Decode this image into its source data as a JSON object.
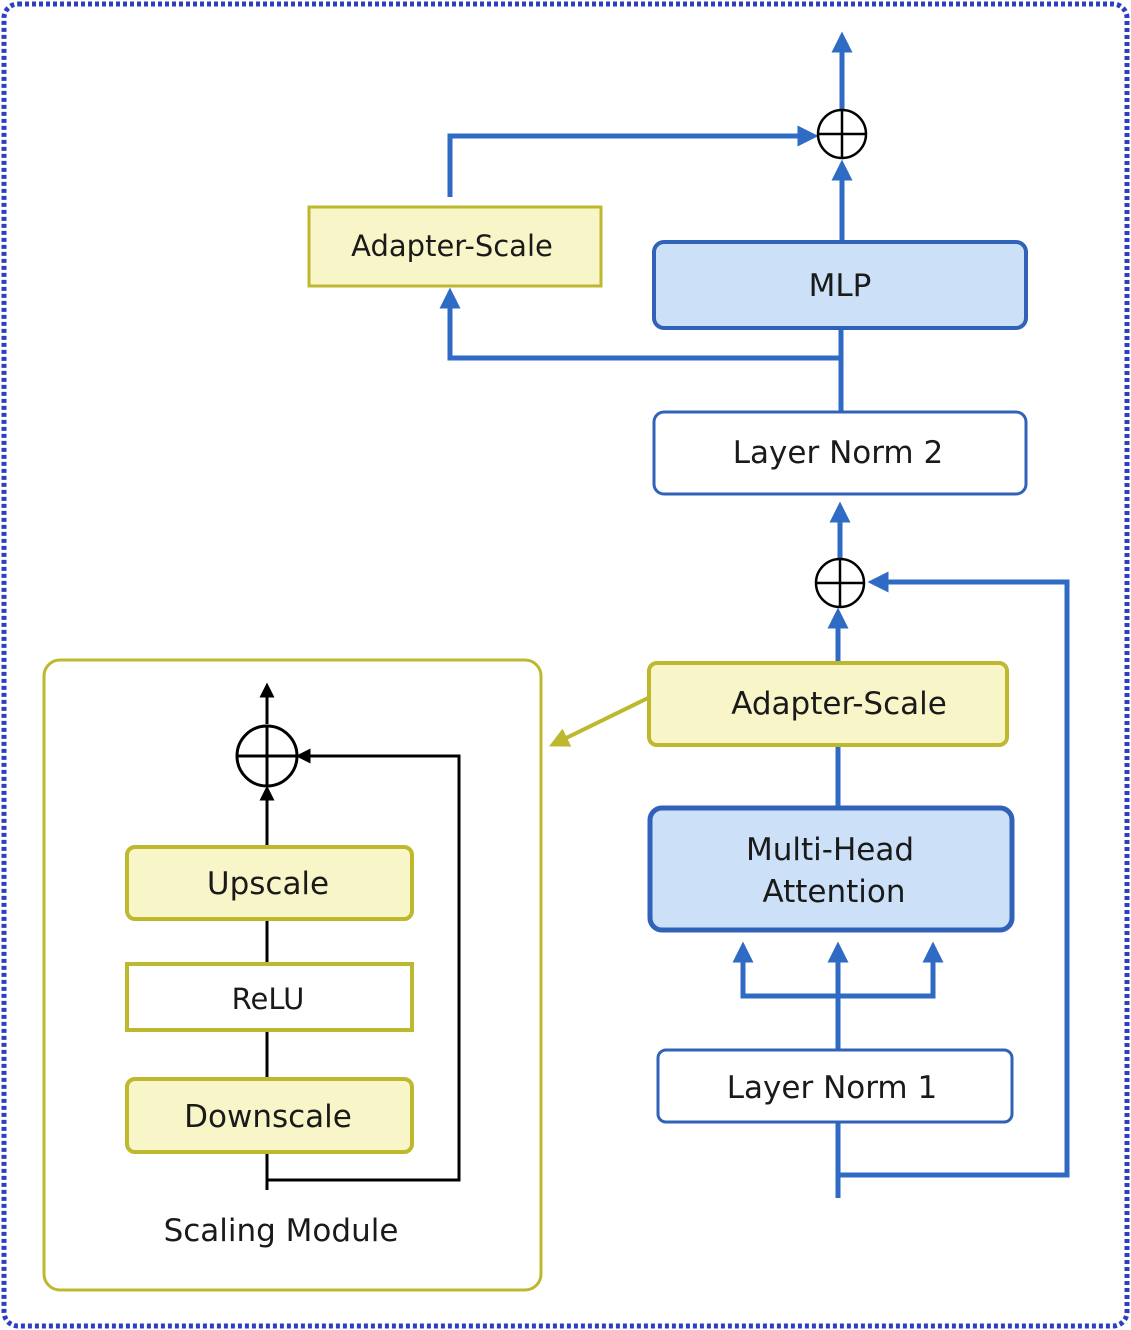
{
  "colors": {
    "frame_border": "#2c3fc2",
    "flow_line": "#2f6bc4",
    "box_blue_fill": "#cce0f7",
    "box_blue_stroke": "#2f62b8",
    "box_white_stroke": "#2f62b8",
    "adapter_fill": "#f8f6c8",
    "adapter_stroke": "#bdb82e",
    "module_border": "#bdb82e",
    "inner_line": "#000000"
  },
  "blocks": {
    "adapter_top": "Adapter-Scale",
    "mlp": "MLP",
    "layer_norm_2": "Layer Norm 2",
    "adapter_mid": "Adapter-Scale",
    "mha_line1": "Multi-Head",
    "mha_line2": "Attention",
    "layer_norm_1": "Layer Norm 1"
  },
  "scaling_module": {
    "title": "Scaling Module",
    "upscale": "Upscale",
    "relu": "ReLU",
    "downscale": "Downscale"
  }
}
